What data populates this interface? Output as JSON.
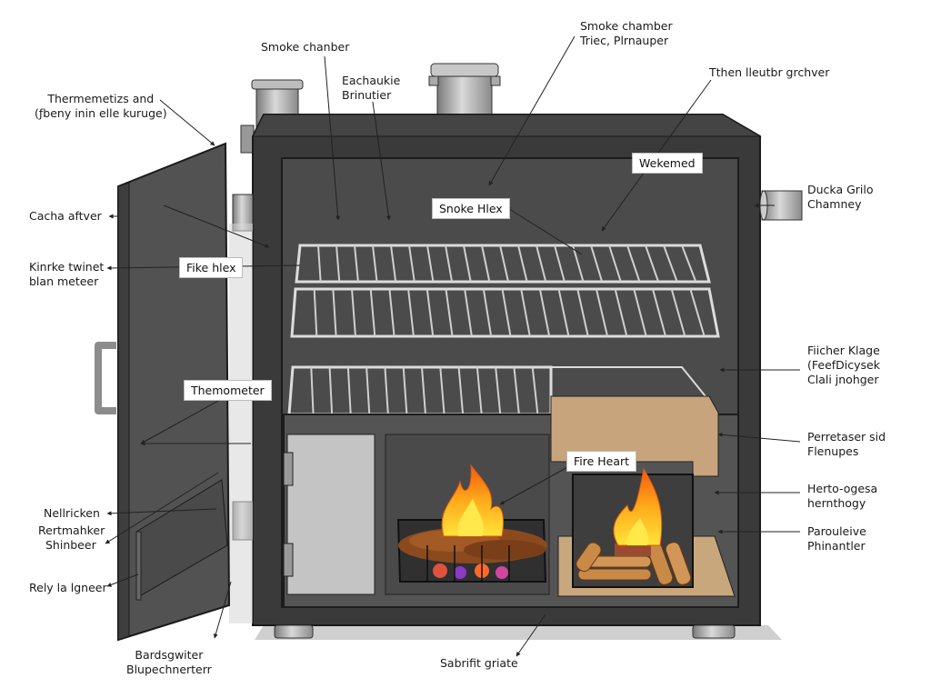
{
  "title": "Smoker cutaway diagram",
  "colors": {
    "body": "#3c3c3c",
    "body_dark": "#2a2a2a",
    "interior": "#4a4a4a",
    "door": "#505050",
    "steel": "#a8a8a8",
    "grate": "#d8d8d8",
    "firebrick": "#c8a57a",
    "flame_outer": "#f26a10",
    "flame_inner": "#ffd21a",
    "wood": "#9a5a28"
  },
  "labels": {
    "smoke_chamber_top": "Smoke chanber",
    "eachaukie": [
      "Eachaukie",
      "Brinutier"
    ],
    "smoke_chamber_right": [
      "Smoke chamber",
      "Triec, Plrnauper"
    ],
    "then_lleuter": "Tthen lleutbr grchver",
    "thermometer_door": [
      "Thermemetizs and",
      "(ƒbeny inin elle kuruge)"
    ],
    "cacha_aftver": "Cacha aftver",
    "kinrke": [
      "Kinrke twinet",
      "blan meteer"
    ],
    "ducka": [
      "Ducka Grilo",
      "Chamney"
    ],
    "fiicher": [
      "Fiicher Klage",
      "(FeefDicysek",
      "Clali jnohger"
    ],
    "perretaser": [
      "Perretaser sid",
      "Flenupes"
    ],
    "herto": [
      "Herto-ogesa",
      "hernthogy"
    ],
    "paroulelve": [
      "Parouleive",
      "Phinantler"
    ],
    "nellricken": "Nellricken",
    "rertmahker": [
      "Rertmahker",
      "Shinbeer"
    ],
    "rely": "Rely la lgneer",
    "bardsgwiter": [
      "Bardsgwiter",
      "Blupechnerterr"
    ],
    "sabrifit": "Sabrifit griate"
  },
  "boxes": {
    "wekemed": "Wekemed",
    "snoke_hlex": "Snoke Hlex",
    "fike_hlex": "Fike hlex",
    "thermometer": "Themometer",
    "fire_heart": "Fire Heart"
  }
}
